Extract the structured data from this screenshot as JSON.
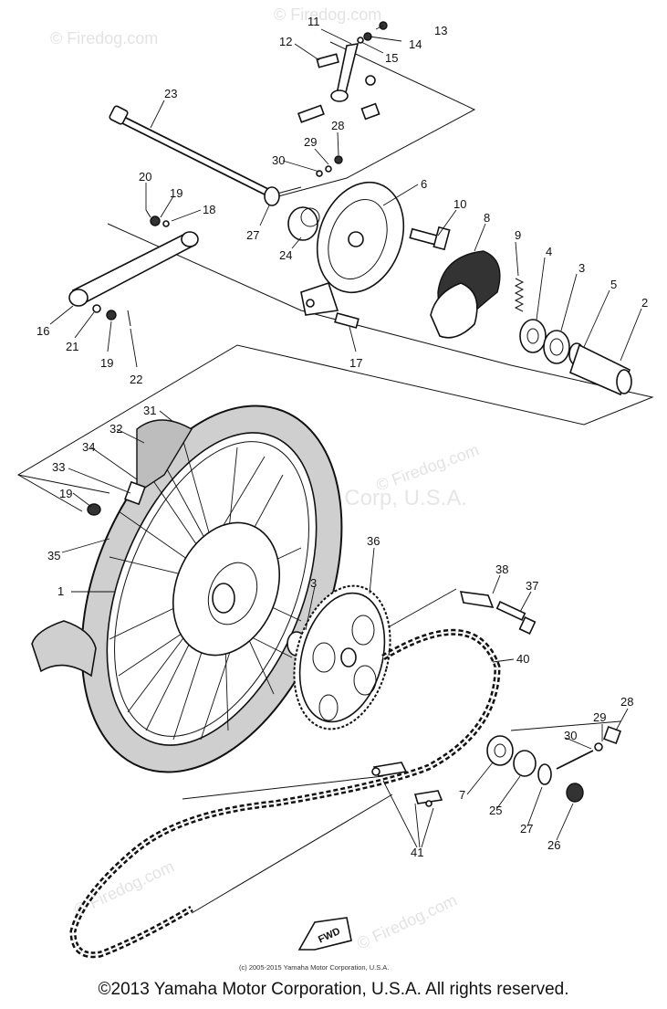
{
  "watermark": {
    "brand": "© Firedog.com",
    "center_text": "Yamaha Motor Corp, U.S.A."
  },
  "fwd_label": "FWD",
  "small_copyright": "(c) 2005-2015 Yamaha Motor Corporation, U.S.A.",
  "footer_copyright": "©2013 Yamaha Motor Corporation, U.S.A. All rights reserved.",
  "callouts": {
    "c1": "1",
    "c2": "2",
    "c3a": "3",
    "c3b": "3",
    "c4": "4",
    "c5": "5",
    "c6": "6",
    "c7": "7",
    "c8": "8",
    "c9": "9",
    "c10": "10",
    "c11": "11",
    "c12": "12",
    "c13": "13",
    "c14": "14",
    "c15": "15",
    "c16": "16",
    "c17": "17",
    "c18": "18",
    "c19a": "19",
    "c19b": "19",
    "c19c": "19",
    "c20": "20",
    "c21": "21",
    "c22": "22",
    "c23": "23",
    "c24": "24",
    "c25": "25",
    "c26": "26",
    "c27a": "27",
    "c27b": "27",
    "c28a": "28",
    "c28b": "28",
    "c29a": "29",
    "c29b": "29",
    "c30a": "30",
    "c30b": "30",
    "c31": "31",
    "c32": "32",
    "c33": "33",
    "c34": "34",
    "c35": "35",
    "c36": "36",
    "c37": "37",
    "c38": "38",
    "c40": "40",
    "c41": "41"
  }
}
